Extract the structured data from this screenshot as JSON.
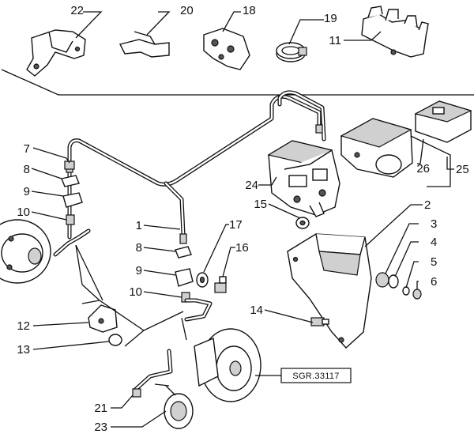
{
  "diagram": {
    "callouts": [
      "22",
      "20",
      "18",
      "19",
      "11",
      "7",
      "8",
      "9",
      "10",
      "1",
      "8",
      "9",
      "10",
      "17",
      "16",
      "15",
      "24",
      "26",
      "25",
      "2",
      "3",
      "4",
      "5",
      "6",
      "14",
      "12",
      "13",
      "21",
      "23"
    ],
    "reference_code": "SGR.33117"
  }
}
